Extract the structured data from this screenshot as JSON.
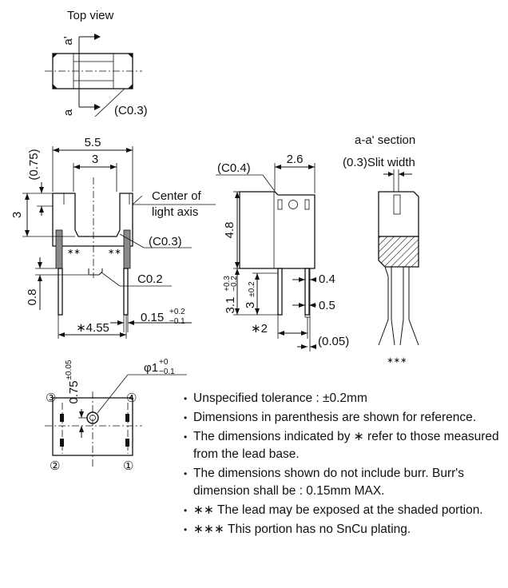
{
  "top_view": {
    "title": "Top view",
    "section_top": "a'",
    "section_bottom": "a",
    "chamfer": "(C0.3)"
  },
  "front_view": {
    "width": "5.5",
    "slot_width": "3",
    "top_offset": "(0.75)",
    "height": "3",
    "optical_axis_label_1": "Center of",
    "optical_axis_label_2": "light axis",
    "inner_chamfer": "(C0.3)",
    "lead_chamfer": "C0.2",
    "lead_height": "0.8",
    "lead_pitch": "∗4.55",
    "lead_width_base": "0.15",
    "lead_width_tol_plus": "+0.2",
    "lead_width_tol_minus": "−0.1",
    "shaded_mark": "∗∗"
  },
  "side_view": {
    "chamfer": "(C0.4)",
    "depth": "2.6",
    "height": "4.8",
    "lead_length_base": "3.1",
    "lead_length_tol_plus": "+0.3",
    "lead_length_tol_minus": "−0.2",
    "lead_length2_base": "3",
    "lead_length2_tol": "±0.2",
    "lead_thickness": "0.4",
    "lead_width": "0.5",
    "lead_offset": "∗2",
    "lead_gap": "(0.05)"
  },
  "section_view": {
    "title": "a-a' section",
    "slit_label": "(0.3)Slit width",
    "no_plating_mark": "∗∗∗"
  },
  "bottom_view": {
    "pin_offset_base": "0.75",
    "pin_offset_tol": "±0.05",
    "hole_base": "φ1",
    "hole_tol_plus": "+0",
    "hole_tol_minus": "−0.1",
    "pin_1": "①",
    "pin_2": "②",
    "pin_3": "③",
    "pin_4": "④"
  },
  "notes": [
    "Unspecified tolerance : ±0.2mm",
    "Dimensions in parenthesis are shown for reference.",
    "The dimensions indicated by ∗ refer to those measured from the lead base.",
    "The dimensions shown do not include burr. Burr's dimension shall be : 0.15mm MAX.",
    "∗∗ The lead may be exposed at the shaded portion.",
    "∗∗∗ This portion has no SnCu plating."
  ]
}
